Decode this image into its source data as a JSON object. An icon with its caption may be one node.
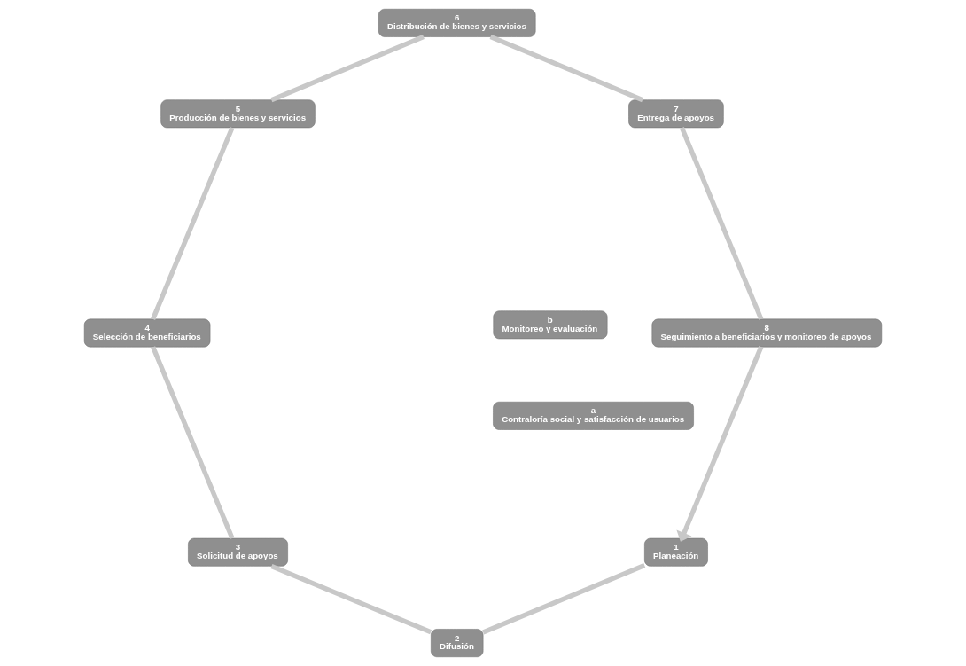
{
  "diagram": {
    "nodes": [
      {
        "text": [
          "1",
          "Planeación"
        ]
      },
      {
        "text": [
          "2",
          "Difusión"
        ]
      },
      {
        "text": [
          "3",
          "Solicitud de apoyos"
        ]
      },
      {
        "text": [
          "4",
          "Selección de beneficiarios"
        ]
      },
      {
        "text": [
          "5",
          "Producción de bienes y servicios"
        ]
      },
      {
        "text": [
          "6",
          "Distribución de bienes y servicios"
        ]
      },
      {
        "text": [
          "7",
          "Entrega de apoyos"
        ]
      },
      {
        "text": [
          "8",
          "Seguimiento a beneficiarios y monitoreo de apoyos"
        ]
      },
      {
        "text": [
          "a",
          "Contraloría social y satisfacción de usuarios"
        ]
      },
      {
        "text": [
          "b",
          "Monitoreo y evaluación"
        ]
      }
    ],
    "edges": [
      {
        "from": 0,
        "to": 1,
        "arrow": "none"
      },
      {
        "from": 1,
        "to": 2,
        "arrow": "none"
      },
      {
        "from": 2,
        "to": 3,
        "arrow": "none"
      },
      {
        "from": 3,
        "to": 4,
        "arrow": "none"
      },
      {
        "from": 4,
        "to": 5,
        "arrow": "none"
      },
      {
        "from": 5,
        "to": 6,
        "arrow": "none"
      },
      {
        "from": 6,
        "to": 7,
        "arrow": "none"
      },
      {
        "from": 7,
        "to": 0,
        "arrow": "to"
      }
    ]
  }
}
